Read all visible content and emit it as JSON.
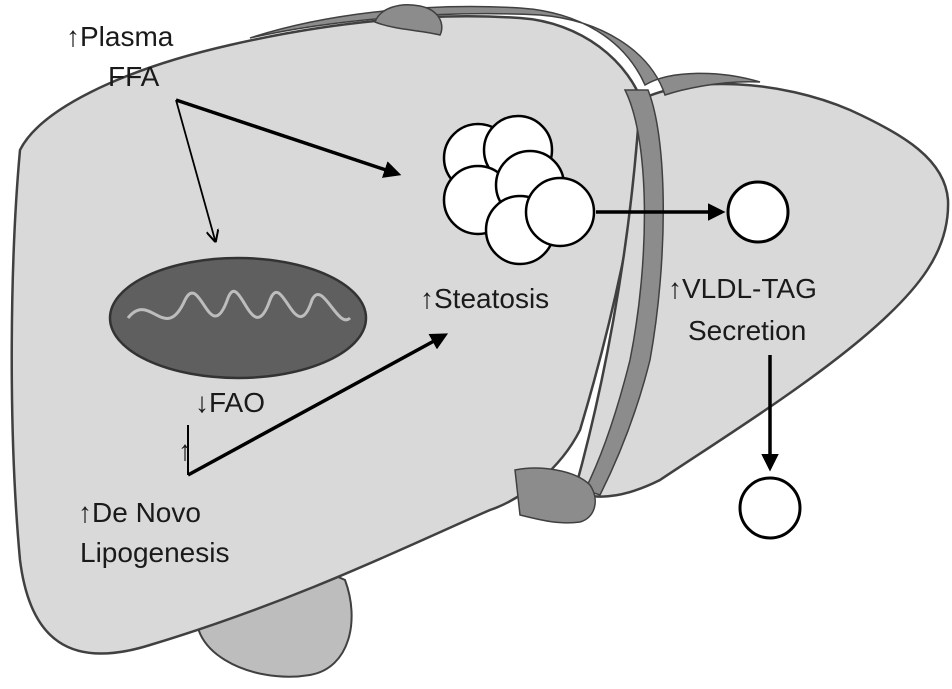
{
  "labels": {
    "plasma_ffa": [
      "↑Plasma",
      "FFA"
    ],
    "steatosis": "↑Steatosis",
    "fao": "↓FAO",
    "fao_up_arrow": "↑",
    "de_novo": [
      "↑De Novo",
      "Lipogenesis"
    ],
    "vldl": [
      "↑VLDL-TAG",
      "Secretion"
    ]
  },
  "colors": {
    "liver_fill": "#d9d9d9",
    "liver_stroke": "#404040",
    "ligament_fill": "#8c8c8c",
    "mitochondrion_fill": "#5f5f5f",
    "arrow": "#000000"
  }
}
